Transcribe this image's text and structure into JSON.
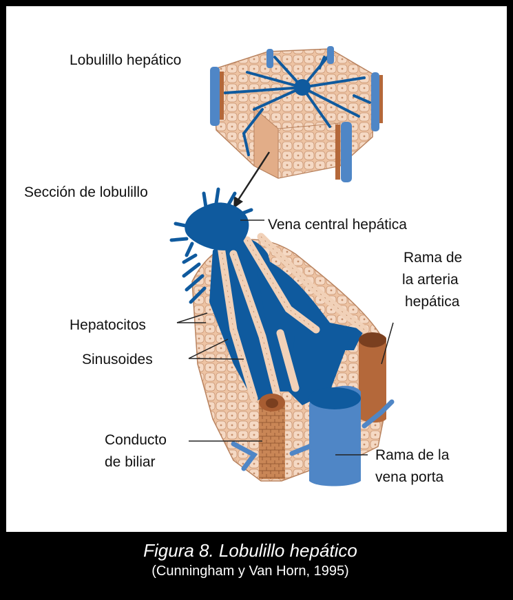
{
  "labels": {
    "lobule": "Lobulillo hepático",
    "lobule_section": "Sección de lobulillo",
    "central_vein": "Vena central hepática",
    "hepatic_artery_branch_line1": "Rama de",
    "hepatic_artery_branch_line2": "la arteria",
    "hepatic_artery_branch_line3": "hepática",
    "hepatocytes": "Hepatocitos",
    "sinusoids": "Sinusoides",
    "bile_duct_line1": "Conducto",
    "bile_duct_line2": "de biliar",
    "portal_vein_branch_line1": "Rama de la",
    "portal_vein_branch_line2": "vena porta"
  },
  "caption": {
    "title": "Figura 8. Lobulillo hepático",
    "source": "(Cunningham y Van Horn, 1995)"
  },
  "colors": {
    "frame": "#000000",
    "tissue": "#e9b996",
    "tissue_cell": "#f4d6bf",
    "tissue_line": "#b9835f",
    "vein_blue": "#0f5a9e",
    "portal_vein": "#4f86c6",
    "artery_brown": "#b4683a",
    "bile_duct": "#c27b4d"
  }
}
